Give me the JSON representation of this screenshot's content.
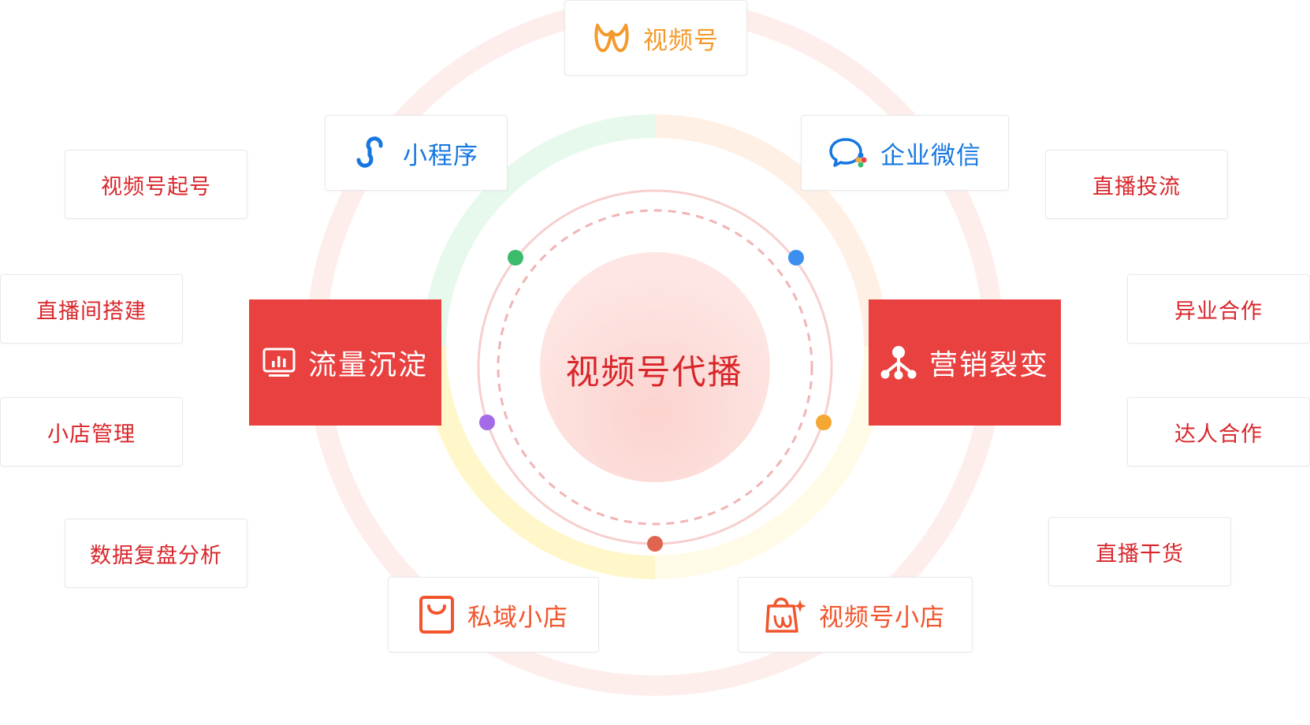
{
  "center": {
    "label": "视频号代播"
  },
  "features": {
    "left": {
      "label": "流量沉淀",
      "icon": "monitor-chart-icon"
    },
    "right": {
      "label": "营销裂变",
      "icon": "share-network-icon"
    }
  },
  "orbit_nodes": {
    "top": {
      "label": "视频号",
      "icon": "channels-logo-icon",
      "color": "#f49a2c"
    },
    "top_left": {
      "label": "小程序",
      "icon": "mini-program-icon",
      "color": "#1677e0"
    },
    "top_right": {
      "label": "企业微信",
      "icon": "wecom-logo-icon",
      "color": "#1677e0"
    },
    "bottom_left": {
      "label": "私域小店",
      "icon": "shopping-bag-icon",
      "color": "#f2552c"
    },
    "bottom_right": {
      "label": "视频号小店",
      "icon": "channels-store-icon",
      "color": "#f2552c"
    }
  },
  "left_services": [
    "视频号起号",
    "直播间搭建",
    "小店管理",
    "数据复盘分析"
  ],
  "right_services": [
    "直播投流",
    "异业合作",
    "达人合作",
    "直播干货"
  ],
  "colors": {
    "accent_red": "#e94040",
    "text_red": "#d9262b",
    "dot_green": "#3dbb6c",
    "dot_blue": "#3d8fef",
    "dot_purple": "#a46be6",
    "dot_orange": "#f4a732",
    "dot_red": "#e0654f"
  }
}
